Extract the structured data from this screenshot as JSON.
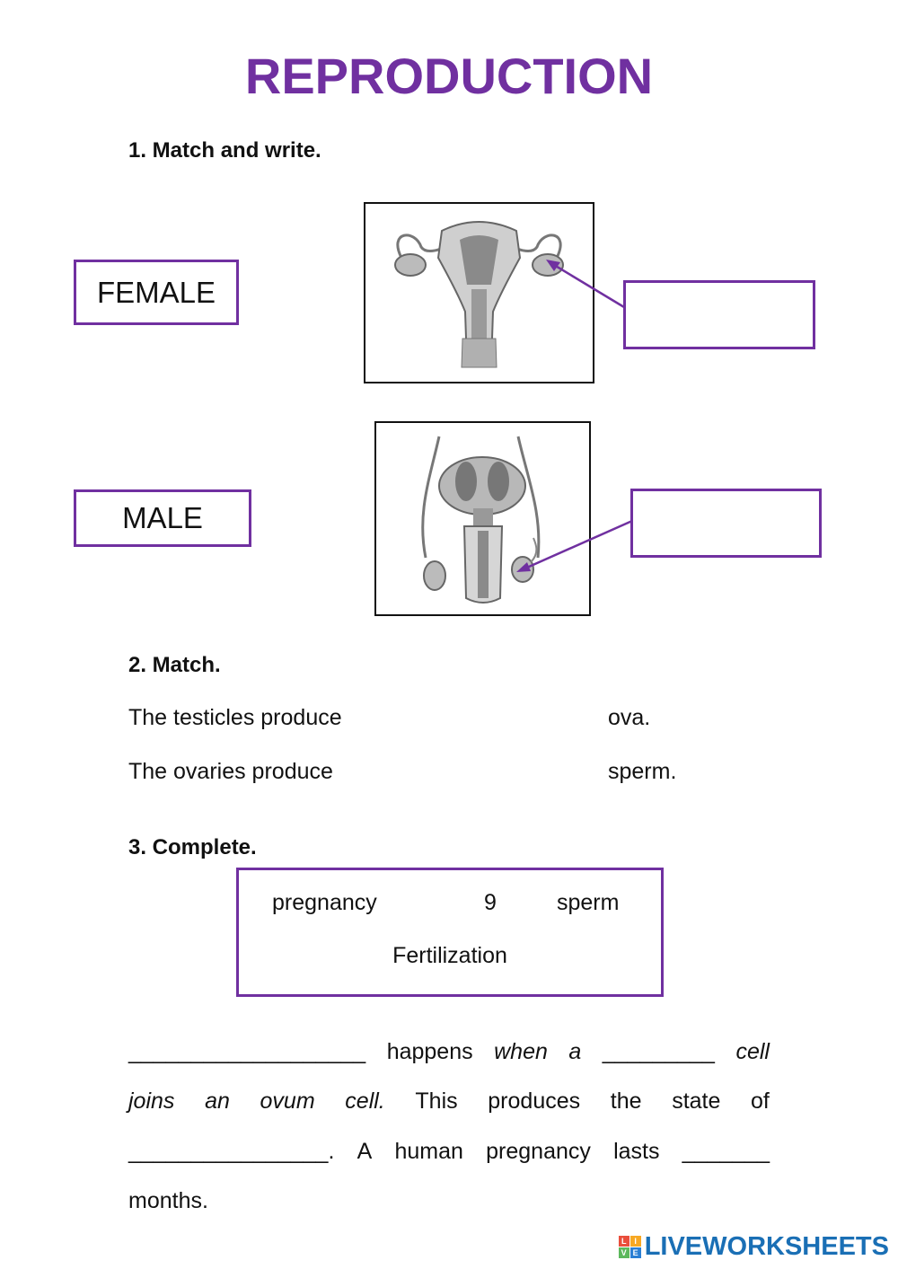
{
  "title": "REPRODUCTION",
  "section1": {
    "heading": "1. Match and write.",
    "female_label": "FEMALE",
    "male_label": "MALE",
    "female_answer": "",
    "male_answer": ""
  },
  "section2": {
    "heading": "2. Match.",
    "rows": [
      {
        "left": "The testicles produce",
        "right": "ova."
      },
      {
        "left": "The ovaries produce",
        "right": "sperm."
      }
    ]
  },
  "section3": {
    "heading": "3. Complete.",
    "word_bank": {
      "row1": [
        "pregnancy",
        "9",
        "sperm"
      ],
      "row2": "Fertilization"
    },
    "paragraph": {
      "line1": [
        "___________________",
        "happens",
        "when",
        "a",
        "_________",
        "cell"
      ],
      "line2": [
        "joins",
        "an",
        "ovum",
        "cell.",
        "This",
        "produces",
        "the",
        "state",
        "of"
      ],
      "line3": [
        "________________.",
        "A",
        "human",
        "pregnancy",
        "lasts",
        "_______"
      ],
      "line4": "months."
    }
  },
  "footer": {
    "brand": "LIVEWORKSHEETS",
    "brand_mark_letters": [
      "L",
      "I",
      "V",
      "E"
    ]
  },
  "colors": {
    "accent": "#7030a0",
    "brand": "#1a6fb5",
    "brand_mark": [
      "#e94e3c",
      "#f7a823",
      "#5cb85c",
      "#2a7fd4"
    ]
  }
}
